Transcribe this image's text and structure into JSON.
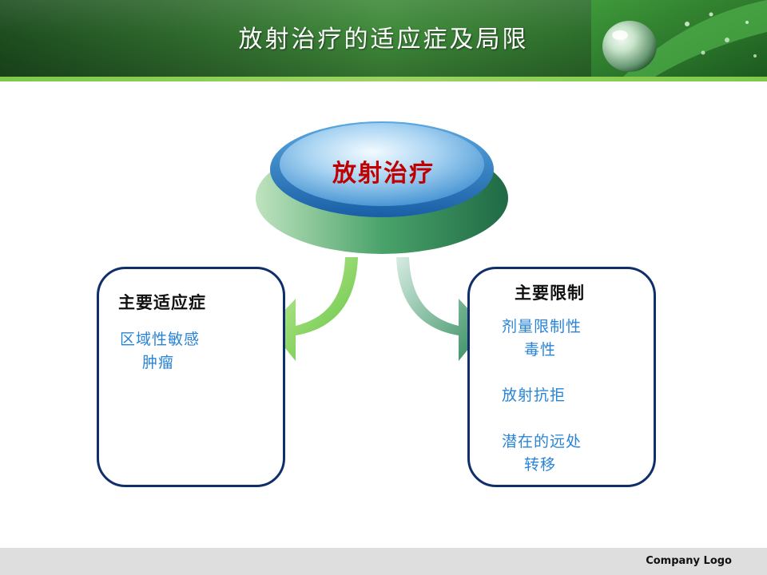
{
  "header": {
    "title": "放射治疗的适应症及局限"
  },
  "center": {
    "label": "放射治疗"
  },
  "left_box": {
    "title": "主要适应症",
    "items": [
      "区域性敏感",
      "肿瘤"
    ]
  },
  "right_box": {
    "title": "主要限制",
    "items": [
      "剂量限制性",
      "毒性",
      "放射抗拒",
      "潜在的远处",
      "转移"
    ]
  },
  "footer": {
    "company": "Company Logo"
  },
  "colors": {
    "header_green": "#2f6a2d",
    "accent_line": "#7dc94a",
    "center_text": "#c00000",
    "box_border": "#0e2f6b",
    "item_text": "#2a84d6"
  }
}
